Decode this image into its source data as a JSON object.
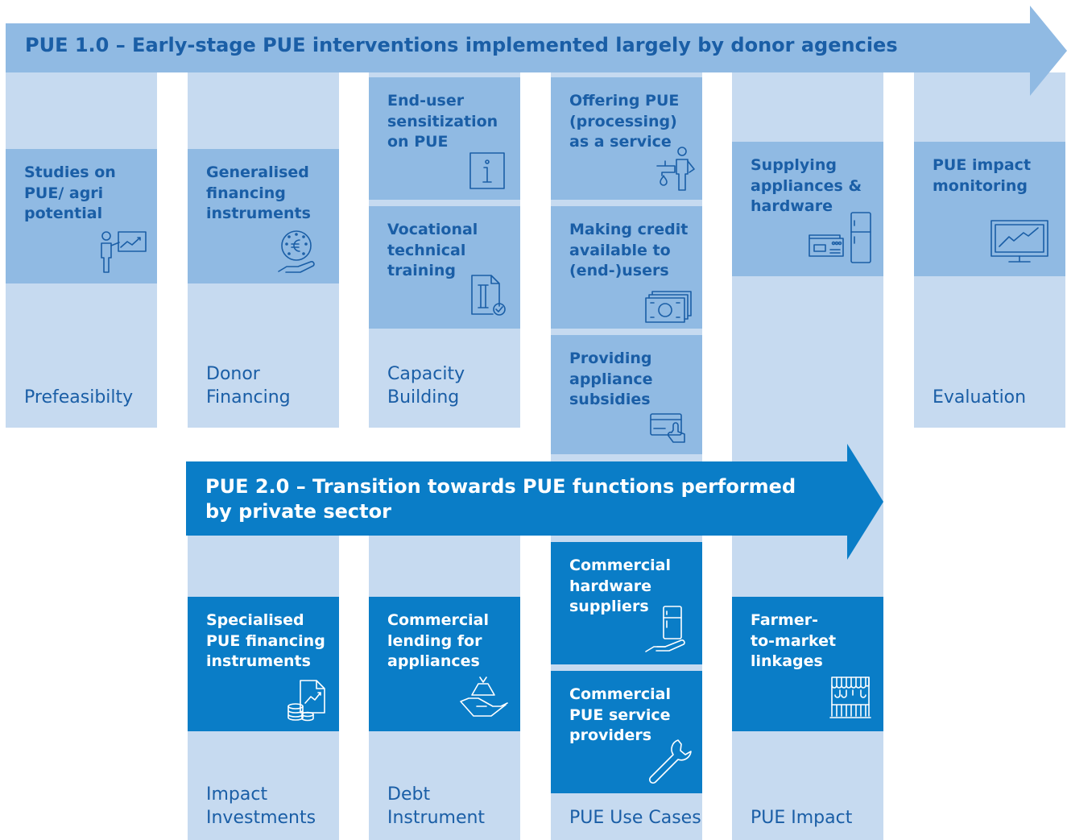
{
  "arrows": {
    "pue1": "PUE 1.0 – Early-stage PUE interventions implemented largely by donor agencies",
    "pue2": "PUE 2.0 – Transition towards PUE functions performed\nby private sector"
  },
  "columns": [
    {
      "label": "Prefeasibilty"
    },
    {
      "label": "Donor\nFinancing"
    },
    {
      "label": "Capacity\nBuilding"
    },
    {
      "label": ""
    },
    {
      "label": ""
    },
    {
      "label": "Evaluation"
    }
  ],
  "bottom_labels": {
    "impact_investments": "Impact\nInvestments",
    "debt_instrument": "Debt\nInstrument",
    "use_cases": "PUE Use Cases",
    "pue_impact": "PUE Impact"
  },
  "pue1_boxes": {
    "studies": {
      "text": "Studies on\nPUE/ agri\npotential",
      "icon": "presentation-chart-icon"
    },
    "generalised_financing": {
      "text": "Generalised\nfinancing\ninstruments",
      "icon": "euro-coin-hand-icon"
    },
    "end_user_sensitization": {
      "text": "End-user\nsensitization\non PUE",
      "icon": "info-icon"
    },
    "vocational_training": {
      "text": "Vocational\ntechnical\ntraining",
      "icon": "tools-document-icon"
    },
    "offering_pue": {
      "text": "Offering PUE\n(processing)\nas a service",
      "icon": "person-tap-icon"
    },
    "making_credit": {
      "text": "Making credit\navailable to\n(end-)users",
      "icon": "banknotes-icon"
    },
    "appliance_subsidies": {
      "text": "Providing\nappliance\nsubsidies",
      "icon": "card-hand-icon"
    },
    "supplying_appliances": {
      "text": "Supplying\nappliances &\nhardware",
      "icon": "sewing-machine-fridge-icon"
    },
    "impact_monitoring": {
      "text": "PUE impact\nmonitoring",
      "icon": "monitor-chart-icon"
    }
  },
  "pue2_boxes": {
    "specialised_financing": {
      "text": "Specialised\nPUE financing\ninstruments",
      "icon": "coins-document-icon"
    },
    "commercial_lending": {
      "text": "Commercial\nlending for\nappliances",
      "icon": "hand-bag-icon"
    },
    "hardware_suppliers": {
      "text": "Commercial\nhardware\nsuppliers",
      "icon": "fridge-hand-icon"
    },
    "service_providers": {
      "text": "Commercial\nPUE service\nproviders",
      "icon": "wrench-icon"
    },
    "farmer_market": {
      "text": "Farmer-\nto-market\nlinkages",
      "icon": "market-stall-icon"
    }
  },
  "colors": {
    "column": "#c6daf0",
    "pue1_box": "#90bae3",
    "pue2_box": "#0a7dc7",
    "pue1_text": "#1a5ea6",
    "pue2_text": "#ffffff"
  }
}
